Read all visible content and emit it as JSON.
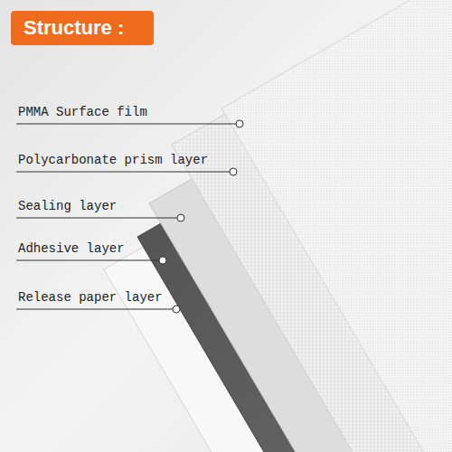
{
  "diagram": {
    "nodes": [
      {
        "text": [
          "Structure :"
        ]
      }
    ],
    "labels": [
      "PMMA Surface film",
      "Polycarbonate prism layer",
      "Sealing layer",
      "Adhesive layer",
      "Release paper layer"
    ]
  }
}
